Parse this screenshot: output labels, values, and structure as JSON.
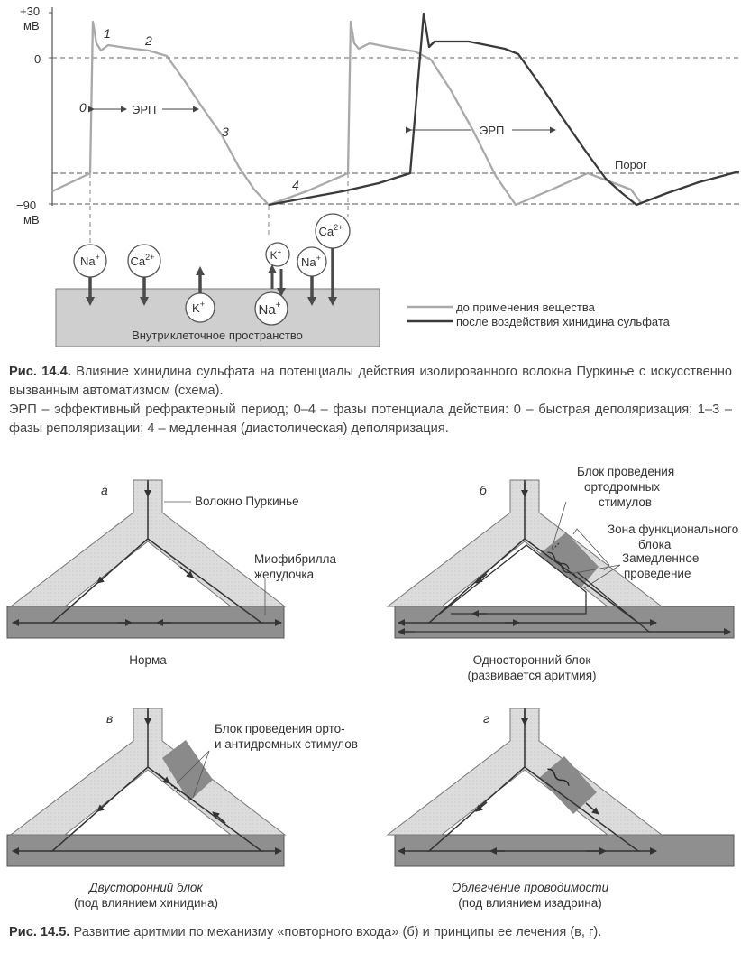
{
  "fig1": {
    "y_top_label": "+30",
    "y_unit": "мВ",
    "y_zero_label": "0",
    "y_bottom_label": "−90",
    "phases": [
      "0",
      "1",
      "2",
      "3",
      "4"
    ],
    "erp_label": "ЭРП",
    "threshold_label": "Порог",
    "ions": {
      "na": "Na",
      "ca": "Ca",
      "k": "K",
      "ca_charge": "2+",
      "plus": "+"
    },
    "intracellular": "Внутриклеточное пространство",
    "legend": {
      "before": "до применения вещества",
      "after": "после воздействия хинидина сульфата",
      "before_color": "#a9a9a9",
      "after_color": "#3a3a3a"
    },
    "caption_title": "Рис. 14.4.",
    "caption_text": "Влияние хинидина сульфата на потенциалы действия изолированного волокна Пуркинье с искусственно вызванным автоматизмом (схема).",
    "caption_text2": "ЭРП – эффективный рефрактерный период; 0–4 – фазы потенциала действия: 0 – быстрая деполяризация; 1–3 – фазы реполяризации; 4 – медленная (диастолическая) деполяризация."
  },
  "fig2": {
    "panel_a": {
      "letter": "а",
      "fiber": "Волокно Пуркинье",
      "myofibril_1": "Миофибрилла",
      "myofibril_2": "желудочка",
      "caption": "Норма"
    },
    "panel_b": {
      "letter": "б",
      "block_1": "Блок проведения",
      "block_2": "ортодромных",
      "block_3": "стимулов",
      "zone_1": "Зона функционального",
      "zone_2": "блока",
      "slow_1": "Замедленное",
      "slow_2": "проведение",
      "caption_1": "Односторонний блок",
      "caption_2": "(развивается аритмия)"
    },
    "panel_v": {
      "letter": "в",
      "block_1": "Блок проведения орто-",
      "block_2": "и антидромных стимулов",
      "caption_1": "Двусторонний блок",
      "caption_2": "(под влиянием хинидина)"
    },
    "panel_g": {
      "letter": "г",
      "caption_1": "Облегчение проводимости",
      "caption_2": "(под влиянием изадрина)"
    },
    "fiber_color": "#dcdcdc",
    "muscle_color": "#8f8f8f",
    "block_color": "#8a8a8a",
    "caption_title": "Рис. 14.5.",
    "caption_text": "Развитие аритмии по механизму «повторного входа» (б) и принципы ее лечения (в, г)."
  }
}
